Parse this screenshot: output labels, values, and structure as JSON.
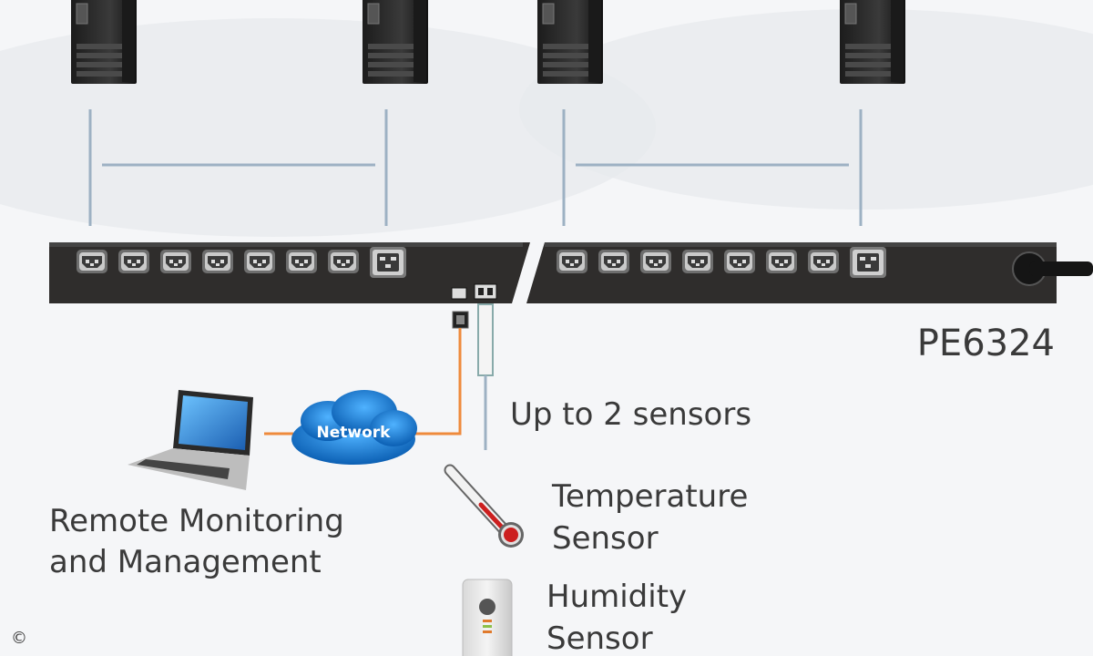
{
  "model": "PE6324",
  "sensor_caption": "Up to 2 sensors",
  "network_label": "Network",
  "remote": {
    "line1": "Remote Monitoring",
    "line2": "and Management"
  },
  "temperature": {
    "line1": "Temperature",
    "line2": "Sensor"
  },
  "humidity": {
    "line1": "Humidity",
    "line2": "Sensor"
  },
  "copyright": "©",
  "colors": {
    "pdu_body": "#2f2d2c",
    "connector_line": "#9db1c3",
    "network_cable": "#ee8a3c",
    "cloud": "#1d7fd6",
    "text": "#3a3a3a"
  }
}
